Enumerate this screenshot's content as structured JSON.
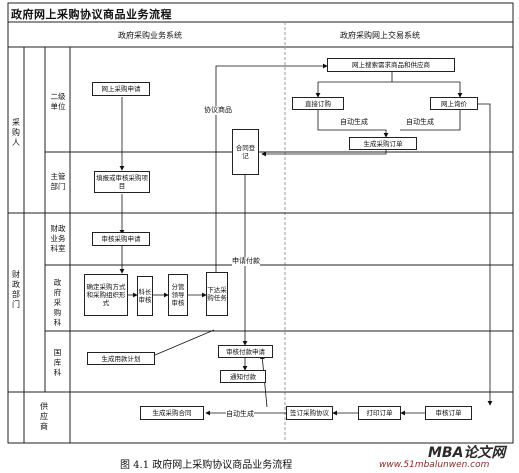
{
  "title": "政府网上采购协议商品业务流程",
  "caption": "图 4.1 政府网上采购协议商品业务流程",
  "watermark": {
    "brand": "MBA论文网",
    "url": "www.51mbalunwen.com"
  },
  "columns": {
    "left": "政府采购业务系统",
    "right": "政府采购网上交易系统"
  },
  "groups": {
    "purchaser": "采购人",
    "finance": "财政部门",
    "supplier": "供应商"
  },
  "sublanes": {
    "level2": "二级单位",
    "supervisor": "主管部门",
    "finance_office": "财政业务科室",
    "procurement": "政府采购科",
    "treasury": "国库科"
  },
  "nodes": {
    "apply": "网上采购申请",
    "fill_review": "填报或审核采购项目",
    "review_apply": "审核采购申请",
    "decide_method": "确定采购方式和采购组织形式",
    "section_chief": "科长审核",
    "leader": "分管领导审核",
    "issue_task": "下达采购任务",
    "contract_reg": "合同登记",
    "search": "网上搜索需求商品和供应商",
    "direct_order": "直接订购",
    "inquiry": "网上询价",
    "gen_order": "生成采购订单",
    "payment_plan": "生成用款计划",
    "review_pay": "审核付款申请",
    "notify_pay": "通知付款",
    "gen_contract": "生成采购合同",
    "sign_contract": "签订采购协议",
    "print_order": "打印订单",
    "review_order": "审核订单"
  },
  "edge_labels": {
    "agreement_goods": "协议商品",
    "auto_gen_1": "自动生成",
    "auto_gen_2": "自动生成",
    "request_pay": "申请付款",
    "auto_gen_3": "自动生成"
  }
}
